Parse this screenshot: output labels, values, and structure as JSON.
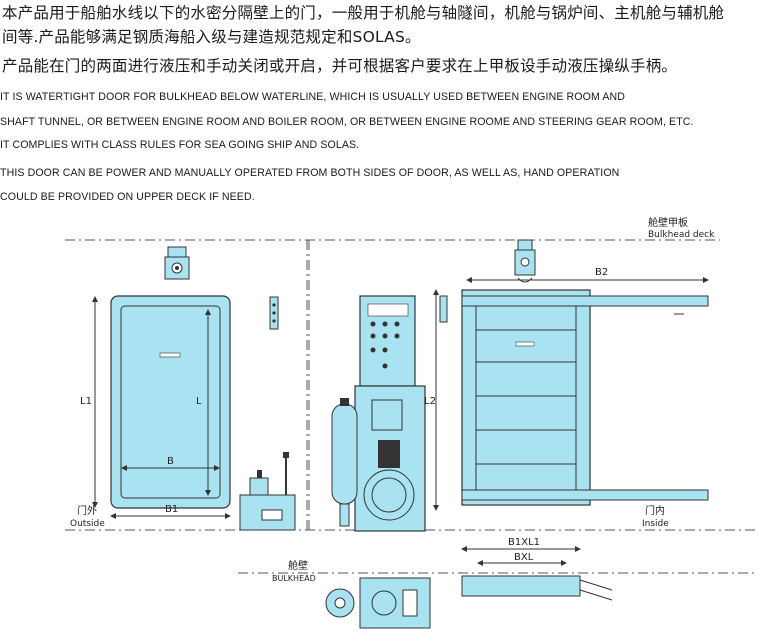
{
  "text": {
    "cn_lines": [
      "本产品用于船舶水线以下的水密分隔壁上的门，一般用于机舱与轴隧间，机舱与锅炉间、主机舱与辅机舱",
      "间等.产品能够满足钢质海船入级与建造规范规定和SOLAS。",
      "产品能在门的两面进行液压和手动关闭或开启，并可根据客户要求在上甲板设手动液压操纵手柄。"
    ],
    "en_lines": [
      "IT IS WATERTIGHT DOOR FOR  BULKHEAD BELOW WATERLINE, WHICH IS USUALLY USED BETWEEN ENGINE ROOM  AND",
      "SHAFT TUNNEL, OR BETWEEN ENGINE ROOM AND BOILER ROOM, OR BETWEEN ENGINE ROOME AND STEERING GEAR ROOM, ETC.",
      "IT COMPLIES WITH CLASS RULES FOR SEA GOING SHIP AND SOLAS.",
      "THIS DOOR CAN BE POWER AND MANUALLY OPERATED FROM BOTH SIDES OF DOOR, AS WELL AS, HAND OPERATION",
      "COULD BE PROVIDED ON UPPER DECK IF NEED."
    ]
  },
  "labels": {
    "bulkhead_deck_cn": "舱壁甲板",
    "bulkhead_deck_en": "Bulkhead deck",
    "dim_l1": "L1",
    "dim_l": "L",
    "dim_b": "B",
    "dim_b1": "B1",
    "dim_l2": "L2",
    "dim_b2": "B2",
    "outside_cn": "门外",
    "outside_en": "Outside",
    "inside_cn": "门内",
    "inside_en": "Inside",
    "dim_b1xl1": "B1XL1",
    "dim_bxl": "BXL",
    "bulkhead_cn": "舱壁",
    "bulkhead_en": "BULKHEAD"
  },
  "colors": {
    "door_fill": "#a9e3f2",
    "door_frame": "#5d8ea0",
    "line": "#333333",
    "dash": "#555555"
  }
}
